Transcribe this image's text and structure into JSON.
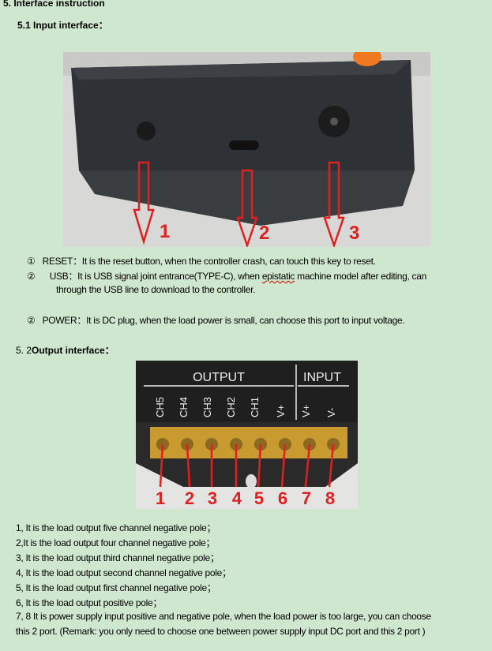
{
  "section_title": "5. Interface instruction",
  "input": {
    "heading": "5.1 Input interface：",
    "photo_labels": [
      "1",
      "2",
      "3"
    ],
    "items": [
      {
        "marker": "①",
        "label": "RESET：",
        "text": "It is the reset button, when the controller crash, can touch this key to reset."
      },
      {
        "marker": "②",
        "label": "USB：",
        "text_before": "It is USB signal joint entrance(TYPE-C), when ",
        "text_flagged": "epistatic",
        "text_after": " machine model after editing, can",
        "text_cont": "through the USB line to download to the controller."
      },
      {
        "marker": "②",
        "label": "POWER：",
        "text": "It is DC plug, when the load power is small, can choose this port to input voltage."
      }
    ]
  },
  "output": {
    "heading_num": "5. 2",
    "heading": "Output interface：",
    "panel": {
      "output_label": "OUTPUT",
      "input_label": "INPUT",
      "channels": [
        "CH5",
        "CH4",
        "CH3",
        "CH2",
        "CH1",
        "V+",
        "V+",
        "V-"
      ],
      "numbers": [
        "1",
        "2",
        "3",
        "4",
        "5",
        "6",
        "7",
        "8"
      ]
    },
    "items": [
      "1, It is the load output five channel negative pole；",
      "2,It is the load output four channel negative pole；",
      "3,  It is the load output third channel negative pole；",
      "4,  It is the load output second channel negative pole；",
      "5,  It is the load output first channel negative pole；",
      "6,  It is the load output positive pole；",
      "7, 8 It is power supply input positive and negative pole, when the load power is too large, you can choose",
      "this 2 port. (Remark: you only need to choose one between power supply input DC port and this 2 port )"
    ]
  }
}
